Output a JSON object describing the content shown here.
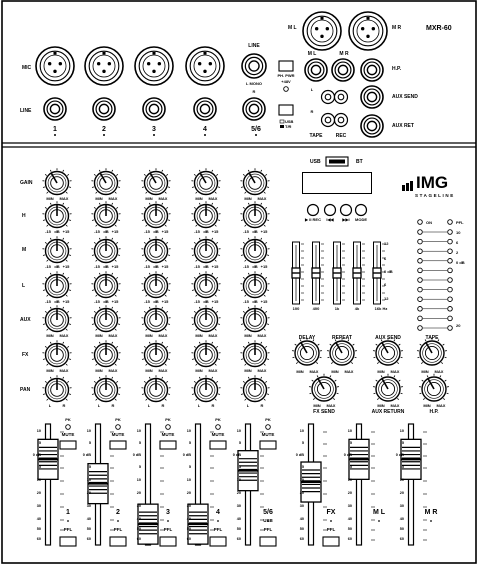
{
  "device": {
    "model": "MXR-60",
    "brand": "IMG",
    "brand_sub": "STAGELINE"
  },
  "top_panel": {
    "row_labels": {
      "mic": "MIC",
      "line": "LINE"
    },
    "channel_numbers": [
      "1",
      "2",
      "3",
      "4",
      "5/6"
    ],
    "line_stereo_label": "LINE",
    "line_mono_label": "L MONO",
    "line_r_label": "R",
    "phantom_label_1": "PH. PWR",
    "phantom_label_2": "+48V",
    "usb_label_1": "USB",
    "usb_label_2": "T/R",
    "master_xlr_left": "M L",
    "master_xlr_right": "M R",
    "master_jack_left": "M L",
    "master_jack_right": "M R",
    "headphones": "H.P.",
    "aux_send": "AUX SEND",
    "aux_ret": "AUX RET",
    "tape_l": "L",
    "tape_r": "R",
    "tape_label": "TAPE",
    "rec_label": "REC"
  },
  "channel_strip": {
    "row_labels": [
      "GAIN",
      "H",
      "M",
      "L",
      "AUX",
      "FX",
      "PAN"
    ],
    "min": "MIN",
    "max": "MAX",
    "eq_scale": [
      "-15",
      "dB",
      "+15"
    ],
    "pan_l": "L",
    "pan_r": "R"
  },
  "media_player": {
    "usb": "USB",
    "bt": "BT",
    "buttons": [
      "▶ II REC",
      "I◀◀",
      "▶▶I",
      "MODE"
    ]
  },
  "graphic_eq": {
    "bands": [
      "100",
      "400",
      "1k",
      "4k",
      "16k Hz"
    ],
    "scale": [
      "12",
      "6",
      "0 dB",
      "6",
      "12"
    ]
  },
  "vu_meter": {
    "left_labels": [
      "ON"
    ],
    "right_labels": [
      "PFL",
      "10",
      "6",
      "2",
      "0 dB",
      "",
      "",
      "",
      "",
      "20"
    ]
  },
  "effects": {
    "delay": "DELAY",
    "repeat": "REPEAT",
    "aux_send": "AUX SEND",
    "tape": "TAPE",
    "fx_send": "FX SEND",
    "aux_return": "AUX RETURN",
    "hp": "H.P."
  },
  "faders": {
    "scale": [
      "10",
      "5",
      "0 dB",
      "5",
      "10",
      "20",
      "30",
      "40",
      "50",
      "60"
    ],
    "ch_labels": [
      "1",
      "2",
      "3",
      "4",
      "5/6",
      "FX",
      "M L",
      "M R"
    ],
    "pk": "PK",
    "mute": "MUTE",
    "pfl": "PFL",
    "usb": "USB",
    "fader_levels": [
      0.86,
      0.56,
      0.06,
      0.06,
      0.72,
      0.58,
      0.86,
      0.86
    ]
  }
}
